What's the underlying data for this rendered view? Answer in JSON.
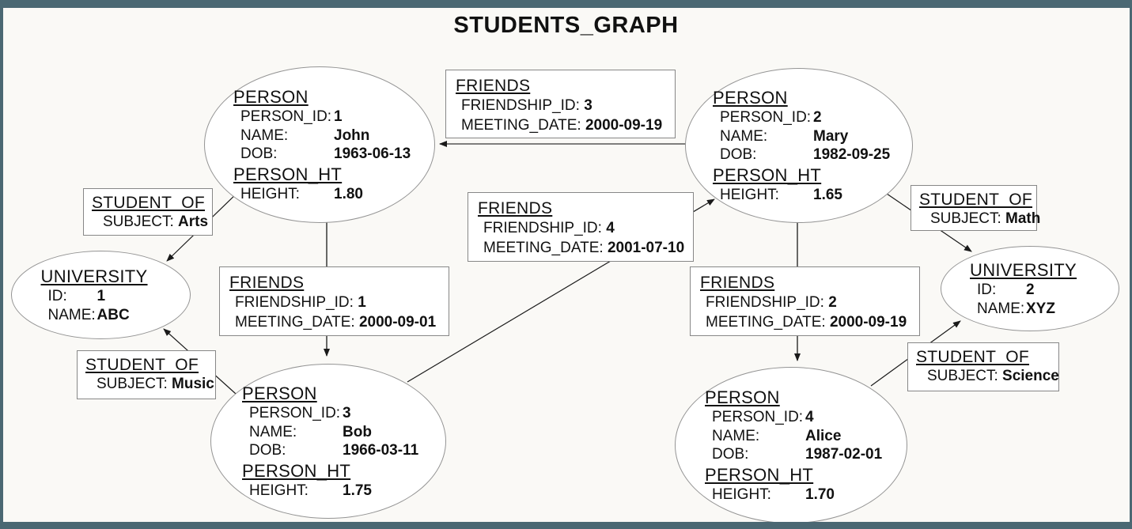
{
  "title": "STUDENTS_GRAPH",
  "colors": {
    "frame": "#4b6873",
    "background": "#faf9f6",
    "node_fill": "#ffffff",
    "node_border": "#949494",
    "edge": "#3c3c3c",
    "text": "#111111"
  },
  "persons": [
    {
      "label": "PERSON",
      "id_key": "PERSON_ID:",
      "id": "1",
      "name_key": "NAME:",
      "name": "John",
      "dob_key": "DOB:",
      "dob": "1963-06-13",
      "ht_label": "PERSON_HT",
      "height_key": "HEIGHT:",
      "height": "1.80"
    },
    {
      "label": "PERSON",
      "id_key": "PERSON_ID:",
      "id": "2",
      "name_key": "NAME:",
      "name": "Mary",
      "dob_key": "DOB:",
      "dob": "1982-09-25",
      "ht_label": "PERSON_HT",
      "height_key": "HEIGHT:",
      "height": "1.65"
    },
    {
      "label": "PERSON",
      "id_key": "PERSON_ID:",
      "id": "3",
      "name_key": "NAME:",
      "name": "Bob",
      "dob_key": "DOB:",
      "dob": "1966-03-11",
      "ht_label": "PERSON_HT",
      "height_key": "HEIGHT:",
      "height": "1.75"
    },
    {
      "label": "PERSON",
      "id_key": "PERSON_ID:",
      "id": "4",
      "name_key": "NAME:",
      "name": "Alice",
      "dob_key": "DOB:",
      "dob": "1987-02-01",
      "ht_label": "PERSON_HT",
      "height_key": "HEIGHT:",
      "height": "1.70"
    }
  ],
  "universities": [
    {
      "label": "UNIVERSITY",
      "id_key": "ID:",
      "id": "1",
      "name_key": "NAME:",
      "name": "ABC"
    },
    {
      "label": "UNIVERSITY",
      "id_key": "ID:",
      "id": "2",
      "name_key": "NAME:",
      "name": "XYZ"
    }
  ],
  "friends": [
    {
      "label": "FRIENDS",
      "fid_key": "FRIENDSHIP_ID:",
      "fid": "3",
      "date_key": "MEETING_DATE:",
      "date": "2000-09-19"
    },
    {
      "label": "FRIENDS",
      "fid_key": "FRIENDSHIP_ID:",
      "fid": "4",
      "date_key": "MEETING_DATE:",
      "date": "2001-07-10"
    },
    {
      "label": "FRIENDS",
      "fid_key": "FRIENDSHIP_ID:",
      "fid": "1",
      "date_key": "MEETING_DATE:",
      "date": "2000-09-01"
    },
    {
      "label": "FRIENDS",
      "fid_key": "FRIENDSHIP_ID:",
      "fid": "2",
      "date_key": "MEETING_DATE:",
      "date": "2000-09-19"
    }
  ],
  "student_of": [
    {
      "label": "STUDENT_OF",
      "subject_key": "SUBJECT:",
      "subject": "Arts"
    },
    {
      "label": "STUDENT_OF",
      "subject_key": "SUBJECT:",
      "subject": "Math"
    },
    {
      "label": "STUDENT_OF",
      "subject_key": "SUBJECT:",
      "subject": "Music"
    },
    {
      "label": "STUDENT_OF",
      "subject_key": "SUBJECT:",
      "subject": "Science"
    }
  ]
}
